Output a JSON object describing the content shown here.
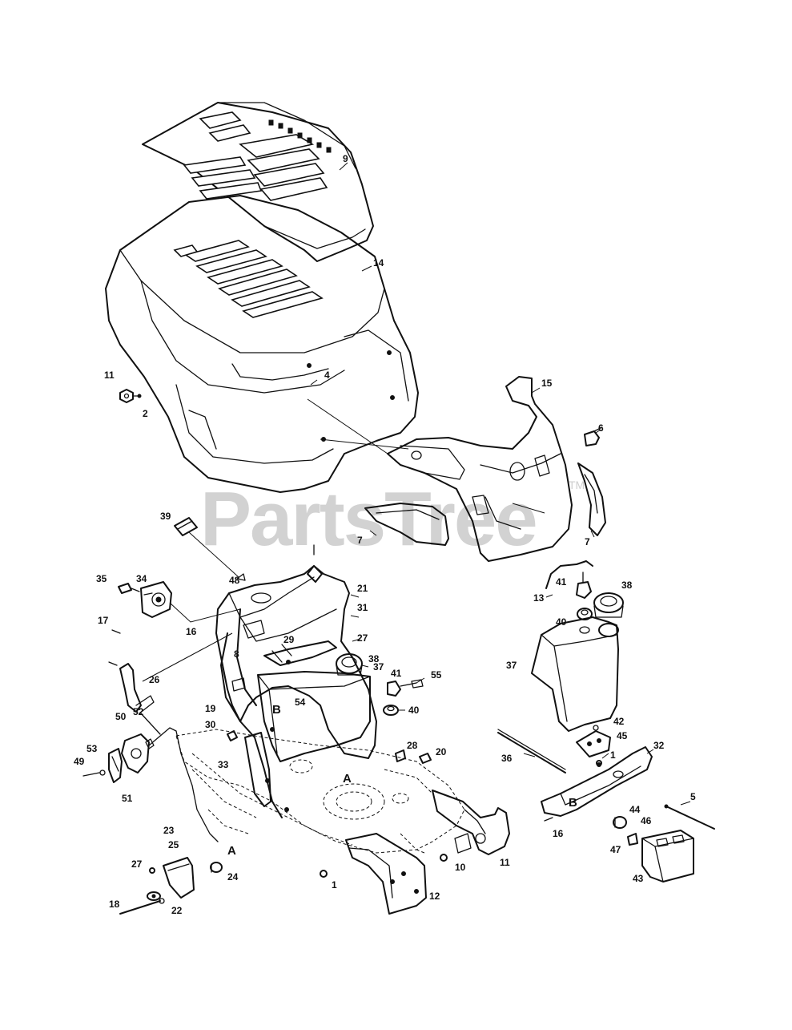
{
  "watermark": {
    "text": "PartsTree",
    "trademark": "TM",
    "color": "#d2d2d2"
  },
  "ink_color": "#111111",
  "assembly_letters": [
    "B",
    "A",
    "B",
    "A"
  ],
  "callouts": [
    {
      "id": "c9",
      "label": "9"
    },
    {
      "id": "c14",
      "label": "14"
    },
    {
      "id": "c11a",
      "label": "11"
    },
    {
      "id": "c2",
      "label": "2"
    },
    {
      "id": "c4",
      "label": "4"
    },
    {
      "id": "c15",
      "label": "15"
    },
    {
      "id": "c6",
      "label": "6"
    },
    {
      "id": "c7a",
      "label": "7"
    },
    {
      "id": "c7b",
      "label": "7"
    },
    {
      "id": "c39",
      "label": "39"
    },
    {
      "id": "c48",
      "label": "48"
    },
    {
      "id": "c35",
      "label": "35"
    },
    {
      "id": "c34",
      "label": "34"
    },
    {
      "id": "c17",
      "label": "17"
    },
    {
      "id": "c16a",
      "label": "16"
    },
    {
      "id": "c26",
      "label": "26"
    },
    {
      "id": "c21",
      "label": "21"
    },
    {
      "id": "c31",
      "label": "31"
    },
    {
      "id": "c29",
      "label": "29"
    },
    {
      "id": "c8",
      "label": "8"
    },
    {
      "id": "c27a",
      "label": "27"
    },
    {
      "id": "c38a",
      "label": "38"
    },
    {
      "id": "c37a",
      "label": "37"
    },
    {
      "id": "c41a",
      "label": "41"
    },
    {
      "id": "c55",
      "label": "55"
    },
    {
      "id": "c54",
      "label": "54"
    },
    {
      "id": "c40a",
      "label": "40"
    },
    {
      "id": "c19",
      "label": "19"
    },
    {
      "id": "c30",
      "label": "30"
    },
    {
      "id": "c28",
      "label": "28"
    },
    {
      "id": "c20",
      "label": "20"
    },
    {
      "id": "c33",
      "label": "33"
    },
    {
      "id": "c50",
      "label": "50"
    },
    {
      "id": "c52",
      "label": "52"
    },
    {
      "id": "c53",
      "label": "53"
    },
    {
      "id": "c49",
      "label": "49"
    },
    {
      "id": "c51",
      "label": "51"
    },
    {
      "id": "c23",
      "label": "23"
    },
    {
      "id": "c25",
      "label": "25"
    },
    {
      "id": "c27b",
      "label": "27"
    },
    {
      "id": "c24",
      "label": "24"
    },
    {
      "id": "c18",
      "label": "18"
    },
    {
      "id": "c22",
      "label": "22"
    },
    {
      "id": "c1a",
      "label": "1"
    },
    {
      "id": "c12",
      "label": "12"
    },
    {
      "id": "c10",
      "label": "10"
    },
    {
      "id": "c11b",
      "label": "11"
    },
    {
      "id": "c13",
      "label": "13"
    },
    {
      "id": "c41b",
      "label": "41"
    },
    {
      "id": "c38b",
      "label": "38"
    },
    {
      "id": "c40b",
      "label": "40"
    },
    {
      "id": "c37b",
      "label": "37"
    },
    {
      "id": "c42",
      "label": "42"
    },
    {
      "id": "c45",
      "label": "45"
    },
    {
      "id": "c1b",
      "label": "1"
    },
    {
      "id": "c36",
      "label": "36"
    },
    {
      "id": "c32",
      "label": "32"
    },
    {
      "id": "c5",
      "label": "5"
    },
    {
      "id": "c16b",
      "label": "16"
    },
    {
      "id": "c44",
      "label": "44"
    },
    {
      "id": "c46",
      "label": "46"
    },
    {
      "id": "c47",
      "label": "47"
    },
    {
      "id": "c43",
      "label": "43"
    }
  ]
}
